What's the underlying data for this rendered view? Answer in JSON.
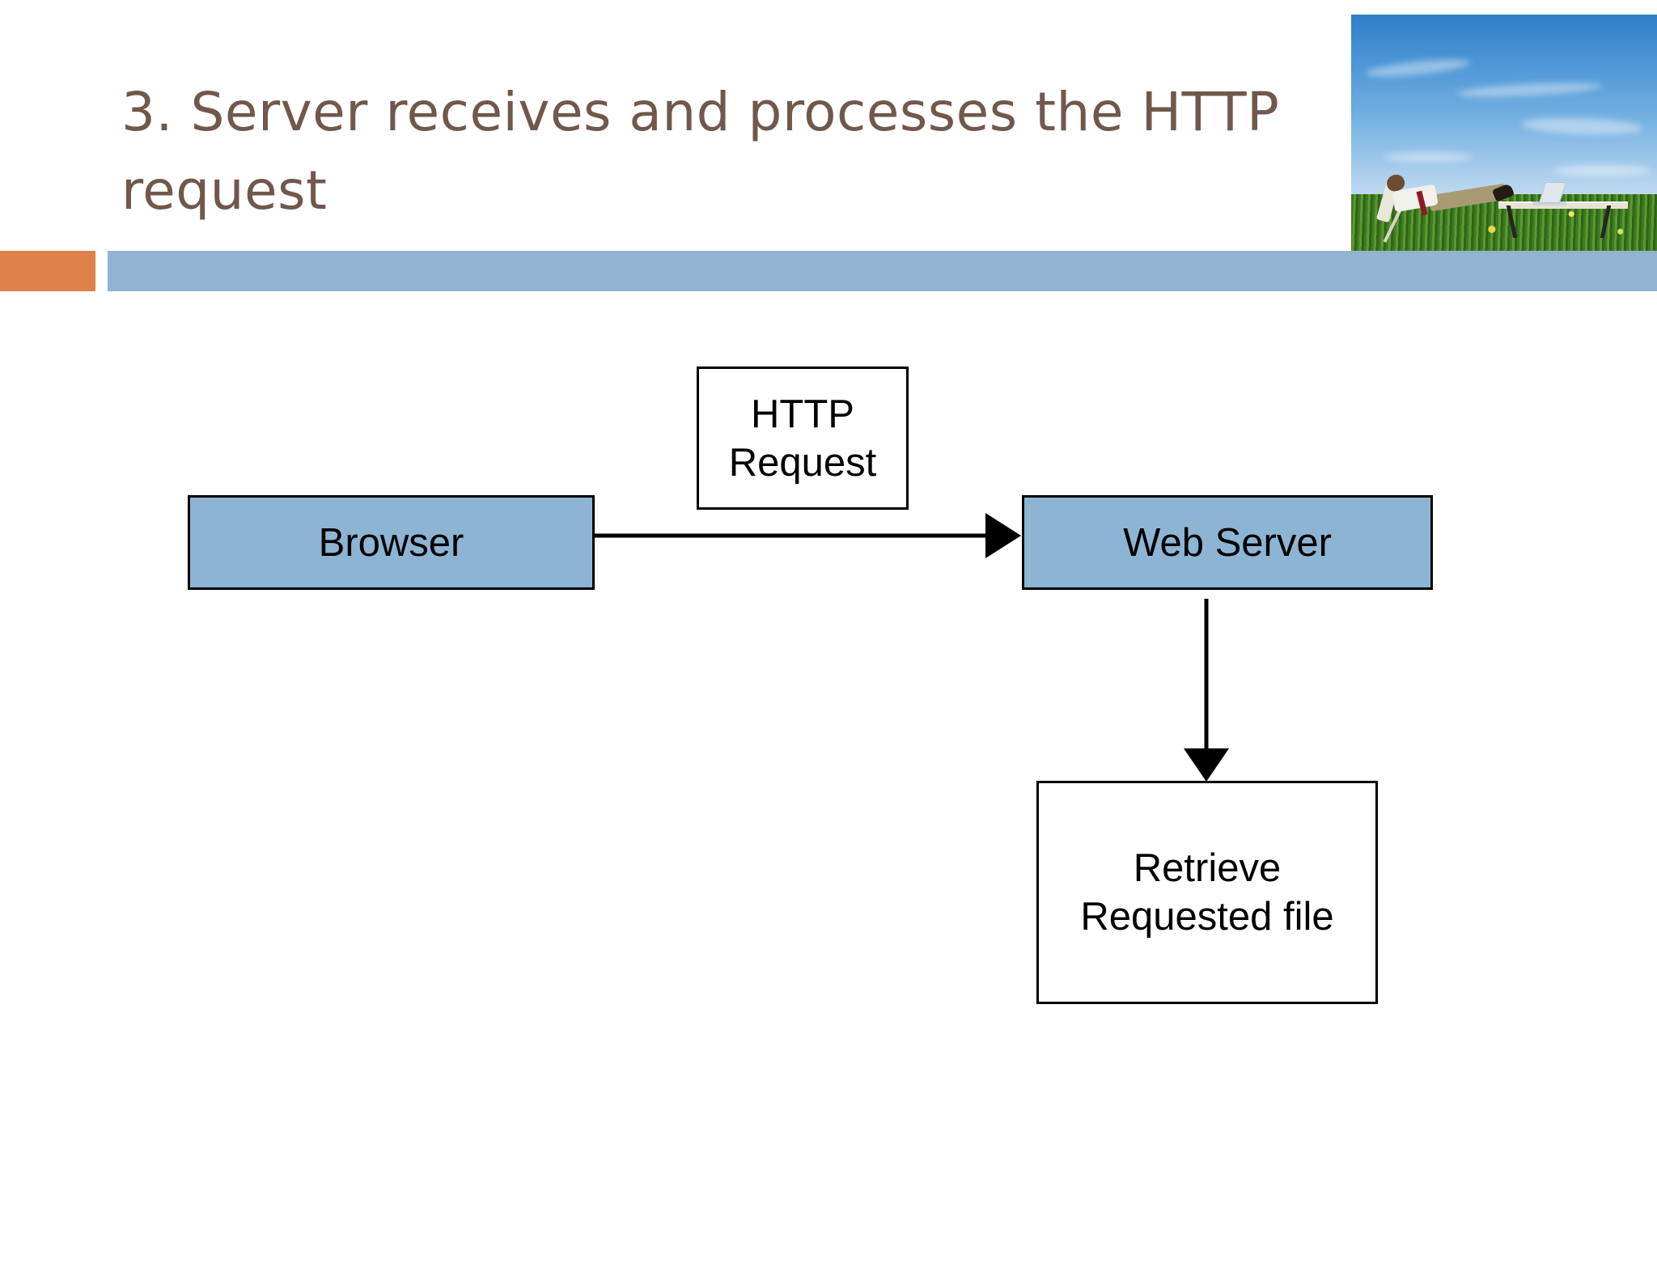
{
  "slide": {
    "title": "3. Server receives and processes the HTTP request",
    "title_line_1": "3. Server receives and processes the HTTP",
    "title_line_2": "request",
    "background_color": "#ffffff",
    "title_color": "#70584C"
  },
  "header": {
    "photo_alt": "businessman-relaxing-in-field-with-laptop-photo",
    "accent_bar_orange_color": "#DD8349",
    "accent_bar_blue_color": "#93B3D2"
  },
  "diagram": {
    "type": "flowchart",
    "node_fill_color": "#8EB4D4",
    "node_border_color": "#000000",
    "arrow_color": "#000000",
    "nodes": [
      {
        "id": "browser",
        "label": "Browser",
        "style": "filled"
      },
      {
        "id": "http_request",
        "label": "HTTP\nRequest",
        "style": "plain"
      },
      {
        "id": "web_server",
        "label": "Web Server",
        "style": "filled"
      },
      {
        "id": "retrieve",
        "label": "Retrieve\nRequested file",
        "style": "plain"
      }
    ],
    "edges": [
      {
        "from": "browser",
        "to": "web_server",
        "label": "HTTP Request",
        "direction": "right"
      },
      {
        "from": "web_server",
        "to": "retrieve",
        "label": "",
        "direction": "down"
      }
    ]
  }
}
